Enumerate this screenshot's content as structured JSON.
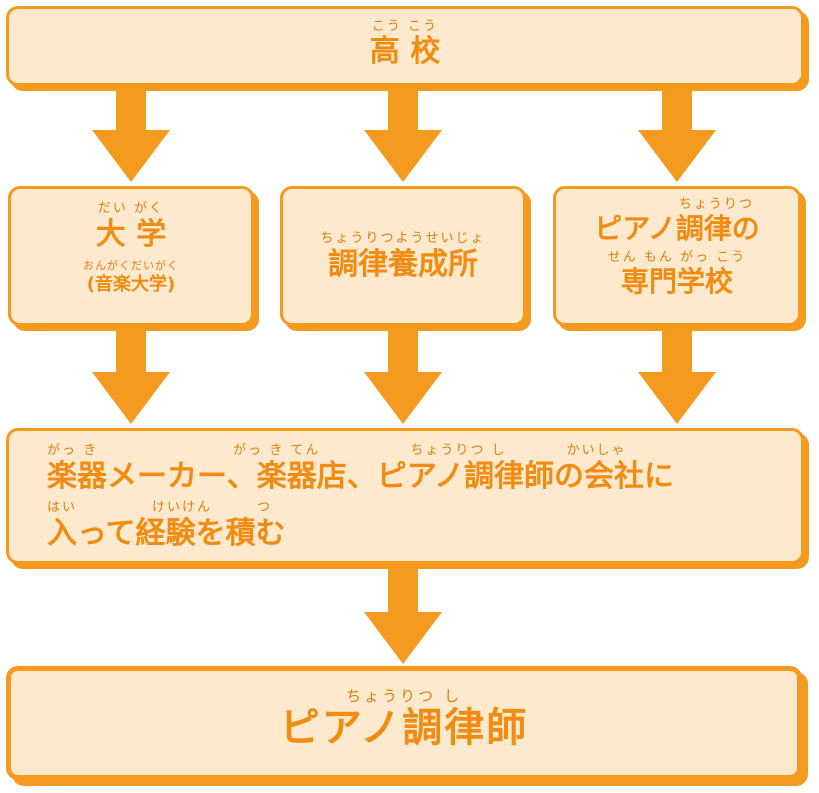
{
  "colors": {
    "box_fill": "#fde9cd",
    "box_border": "#f39a1f",
    "text": "#f08c12",
    "arrow": "#f39a1f"
  },
  "boxes": {
    "koukou": {
      "ruby": "こう こう",
      "label": "高 校"
    },
    "daigaku": {
      "ruby": "だい がく",
      "label": "大 学",
      "sub_ruby": "おんがくだいがく",
      "sub_label": "(音楽大学)"
    },
    "yoseijo": {
      "ruby": "ちょうりつようせいじょ",
      "label": "調律養成所"
    },
    "senmon": {
      "ruby_1": "ちょうりつ",
      "label_1": "ピアノ調律の",
      "ruby_2": "せん もん がっ こう",
      "label_2": "専門学校"
    },
    "keiken": {
      "ruby_1": "がっ き　　　　　　　　　がっ き てん　　　　　　ちょうりつ し　　　　かいしゃ",
      "line_1": "楽器メーカー、楽器店、ピアノ調律師の会社に",
      "ruby_2": "はい　　　　　けいけん　　　つ",
      "line_2": "入って経験を積む"
    },
    "chouritsushi": {
      "ruby": "ちょうりつ し",
      "label": "ピアノ調律師"
    }
  },
  "icons": {
    "arrow": "arrow-down-icon"
  }
}
